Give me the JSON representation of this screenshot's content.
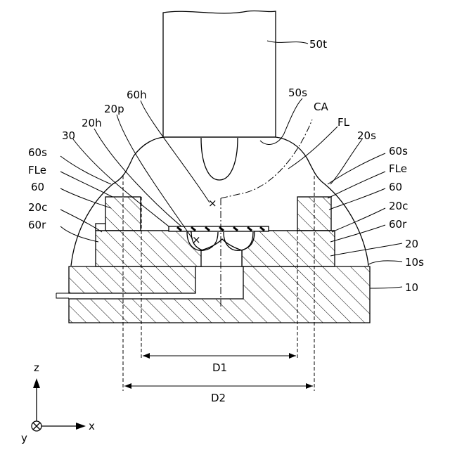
{
  "labels": {
    "l50t": "50t",
    "l50s": "50s",
    "lCA": "CA",
    "l60h": "60h",
    "l20p": "20p",
    "l20h": "20h",
    "l30": "30",
    "lFL": "FL",
    "l20s": "20s",
    "l60s_left": "60s",
    "lFLe_left": "FLe",
    "l60_left": "60",
    "l20c_left": "20c",
    "l60r_left": "60r",
    "l60s_right": "60s",
    "lFLe_right": "FLe",
    "l60_right": "60",
    "l20c_right": "20c",
    "l60r_right": "60r",
    "l20": "20",
    "l10s": "10s",
    "l10": "10",
    "D1": "D1",
    "D2": "D2"
  },
  "axes": {
    "z": "z",
    "x": "x",
    "y": "y"
  },
  "colors": {
    "line": "#000000",
    "background": "#ffffff"
  }
}
